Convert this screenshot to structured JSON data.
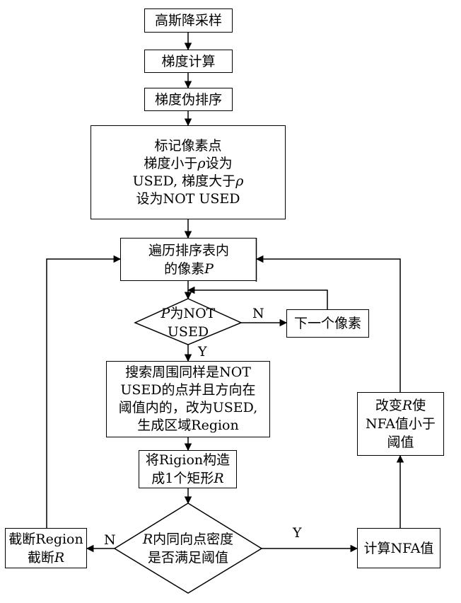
{
  "nodes": {
    "gaussian": "高斯降采样",
    "gradient": "梯度计算",
    "pseudo_sort": "梯度伪排序",
    "mark": {
      "l1": "标记像素点",
      "l2_a": "梯度小于",
      "l2_b": "ρ",
      "l2_c": "设为",
      "l3_a": "USED, 梯度大于",
      "l3_b": "ρ",
      "l4": "设为NOT USED"
    },
    "traverse": {
      "l1": "遍历排序表内",
      "l2_a": "的像素",
      "l2_b": "P"
    },
    "check": {
      "l1_a": "P",
      "l1_b": "为NOT",
      "l2": "USED"
    },
    "next": "下一个像素",
    "search": {
      "l1": "搜索周围同样是NOT",
      "l2": "USED的点并且方向在",
      "l3": "阈值内的，改为USED,",
      "l4": "生成区域Region"
    },
    "rect": {
      "l1": "将Rigion构造",
      "l2_a": "成1个矩形",
      "l2_b": "R"
    },
    "density": {
      "l1_a": "R",
      "l1_b": "内同向点密度",
      "l2": "是否满足阈值"
    },
    "truncate": {
      "l1": "截断Region",
      "l2_a": "截断",
      "l2_b": "R"
    },
    "nfa": "计算NFA值",
    "change": {
      "l1_a": "改变",
      "l1_b": "R",
      "l1_c": "使",
      "l2": "NFA值小于",
      "l3": "阈值"
    }
  },
  "edge_labels": {
    "n1": "N",
    "y1": "Y",
    "n2": "N",
    "y2": "Y"
  }
}
